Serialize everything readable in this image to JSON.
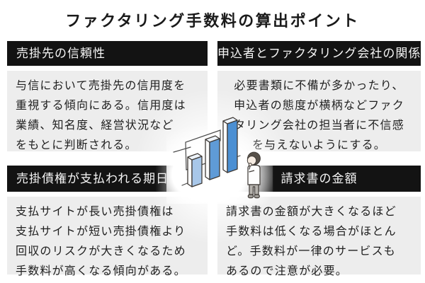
{
  "title": "ファクタリング手数料の算出ポイント",
  "quadrants": {
    "top_left": {
      "header": "売掛先の信頼性",
      "body": "与信において売掛先の信用度を\n重視する傾向にある。信用度は\n業績、知名度、経営状況など\nをもとに判断される。"
    },
    "top_right": {
      "header": "申込者とファクタリング会社の関係",
      "body": "必要書類に不備が多かったり、\n申込者の態度が横柄などファク\nタリング会社の担当者に不信感\nを与えないようにする。"
    },
    "bottom_left": {
      "header": "売掛債権が支払われる期日",
      "body": "支払サイトが長い売掛債権は\n支払サイトが短い売掛債権より\n回収のリスクが大きくなるため\n手数料が高くなる傾向がある。"
    },
    "bottom_right": {
      "header": "請求書の金額",
      "body": "請求書の金額が大きくなるほど\n手数料は低くなる場合がほとん\nど。手数料が一律のサービスも\nあるので注意が必要。"
    }
  },
  "illustration": {
    "name": "rising-bar-chart-with-thinking-person",
    "bar_colors": [
      "#a8c7e9",
      "#5f9bd7",
      "#4b8fd3"
    ],
    "outline_color": "#3f3a36"
  },
  "colors": {
    "header_bg": "#131313",
    "header_text": "#f5f5f5",
    "body_bg": "#ededed",
    "body_text": "#1f1f1f",
    "page_bg": "#ffffff"
  }
}
